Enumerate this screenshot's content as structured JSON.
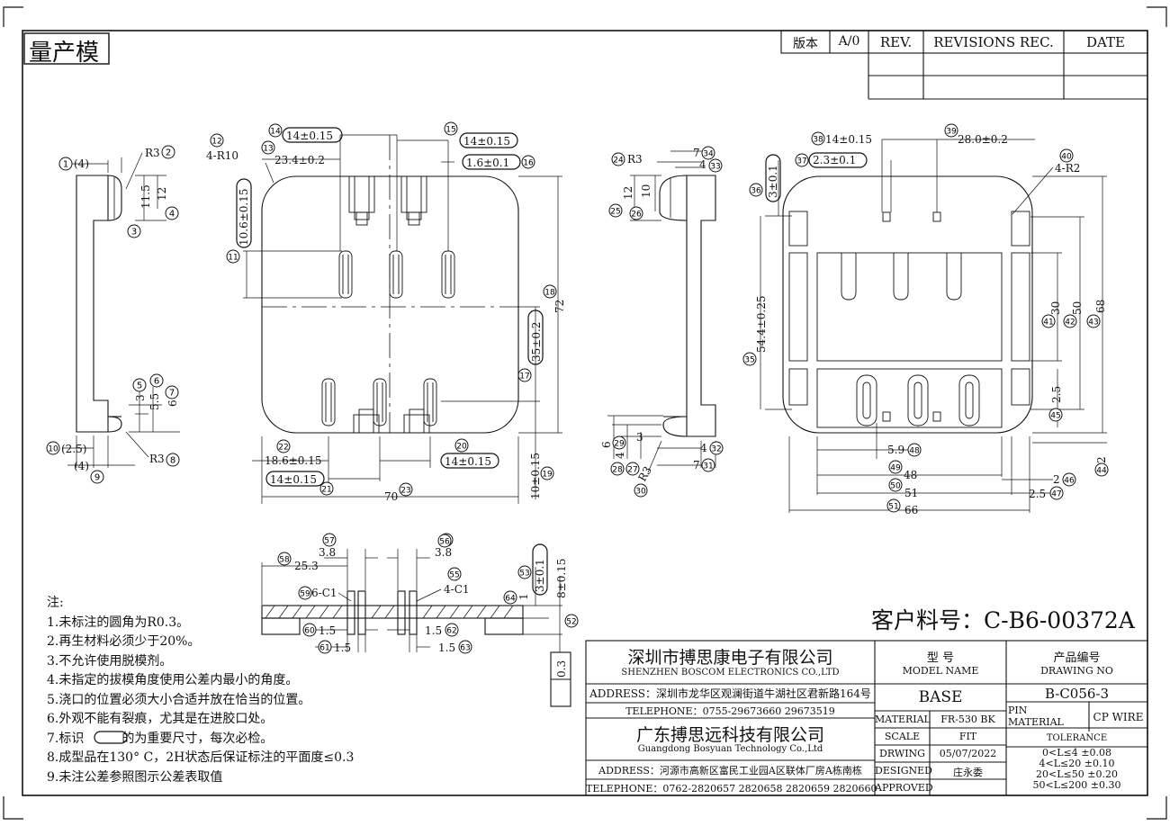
{
  "stamp": "量产模",
  "revision": {
    "version_label": "版本",
    "version_value": "A/0",
    "rev_header": "REV.",
    "records_header": "REVISIONS REC.",
    "date_header": "DATE"
  },
  "customer_part": "客户料号：C-B6-00372A",
  "notes": {
    "title": "注:",
    "items": [
      "1.未标注的圆角为R0.3。",
      "2.再生材料必须少于20%。",
      "3.不允许使用脱模剂。",
      "4.未指定的拔模角度使用公差内最小的角度。",
      "5.浇口的位置必须大小合适并放在恰当的位置。",
      "6.外观不能有裂痕，尤其是在进胶口处。",
      "7.标识",
      "的为重要尺寸，每次必检。",
      "8.成型品在130° C，2H状态后保证标注的平面度≤0.3",
      "9.未注公差参照图示公差表取值"
    ]
  },
  "title_block": {
    "company1_cn": "深圳市搏思康电子有限公司",
    "company1_en": "SHENZHEN BOSCOM ELECTRONICS CO.,LTD",
    "address1": "ADDRESS：深圳市龙华区观澜街道牛湖社区君新路164号",
    "telephone1": "TELEPHONE：0755-29673660 29673519",
    "company2_cn": "广东搏思远科技有限公司",
    "company2_en": "Guangdong Bosyuan Technology Co.,Ltd",
    "address2": "ADDRESS：河源市高新区富民工业园A区联体厂房A栋南栋",
    "telephone2": "TELEPHONE：0762-2820657 2820658 2820659 2820660",
    "model_name_cn": "型    号",
    "model_name_en": "MODEL NAME",
    "model_value": "BASE",
    "drawing_no_cn": "产品编号",
    "drawing_no_en": "DRAWING NO",
    "drawing_no_value": "B-C056-3",
    "material_label": "MATERIAL",
    "material_value": "FR-530 BK",
    "pin_material_label": "PIN MATERIAL",
    "pin_material_value": "CP WIRE",
    "scale_label": "SCALE",
    "scale_value": "FIT",
    "drawing_label": "DRWING",
    "drawing_value": "05/07/2022",
    "designed_label": "DESIGNED",
    "designed_value": "庄永委",
    "approved_label": "APPROVED",
    "tolerance_label": "TOLERANCE",
    "tolerance_rows": [
      "0<L≤4   ±0.08",
      "4<L≤20  ±0.10",
      "20<L≤50 ±0.20",
      "50<L≤200 ±0.30"
    ]
  },
  "dims": {
    "d1": "(4)",
    "d2": "R3",
    "d3": "11.5",
    "d4": "12",
    "d5": "3",
    "d6": "5.5",
    "d7": "6",
    "d8": "R3",
    "d9": "(4)",
    "d10": "(2.5)",
    "d12": "4-R10",
    "d13": "23.4±0.2",
    "d14": "14±0.15",
    "d15": "14±0.15",
    "d16": "1.6±0.1",
    "d10b": "10.6±0.15",
    "d18": "72",
    "d17": "35±0.2",
    "d19": "10±0.15",
    "d22": "18.6±0.15",
    "d20": "14±0.15",
    "d21": "14±0.15",
    "d23": "70",
    "d24": "R3",
    "d34": "7",
    "d33": "4",
    "d25": "12",
    "d26": "10",
    "d29": "6",
    "d28": "4",
    "d27": "3",
    "d30": "R3",
    "d32": "4",
    "d31": "7",
    "d38": "14±0.15",
    "d39": "28.0±0.2",
    "d40": "4-R2",
    "d37": "2.3±0.1",
    "d36": "3±0.1",
    "d35": "54.4±0.25",
    "d41": "30",
    "d42": "50",
    "d43": "68",
    "d45": "2.5",
    "d48": "5.9",
    "d49": "48",
    "d50": "51",
    "d51": "66",
    "d46": "2",
    "d47": "2.5",
    "d44": "2",
    "d57": "3.8",
    "d56": "3.8",
    "d58": "25.3",
    "d59": "6-C1",
    "d55": "4-C1",
    "d53": "3±0.1",
    "d54": "8±0.15",
    "d64": "1",
    "d60": "1.5",
    "d61": "1.5",
    "d62": "1.5",
    "d63": "1.5",
    "flatness": "0.3"
  },
  "balloons": [
    "1",
    "2",
    "3",
    "4",
    "5",
    "6",
    "7",
    "8",
    "9",
    "10",
    "11",
    "12",
    "13",
    "14",
    "15",
    "16",
    "17",
    "18",
    "19",
    "20",
    "21",
    "22",
    "23",
    "24",
    "25",
    "26",
    "27",
    "28",
    "29",
    "30",
    "31",
    "32",
    "33",
    "34",
    "35",
    "36",
    "37",
    "38",
    "39",
    "40",
    "41",
    "42",
    "43",
    "44",
    "45",
    "46",
    "47",
    "48",
    "49",
    "50",
    "51",
    "52",
    "53",
    "54",
    "55",
    "56",
    "57",
    "58",
    "59",
    "60",
    "61",
    "62",
    "63",
    "64"
  ]
}
